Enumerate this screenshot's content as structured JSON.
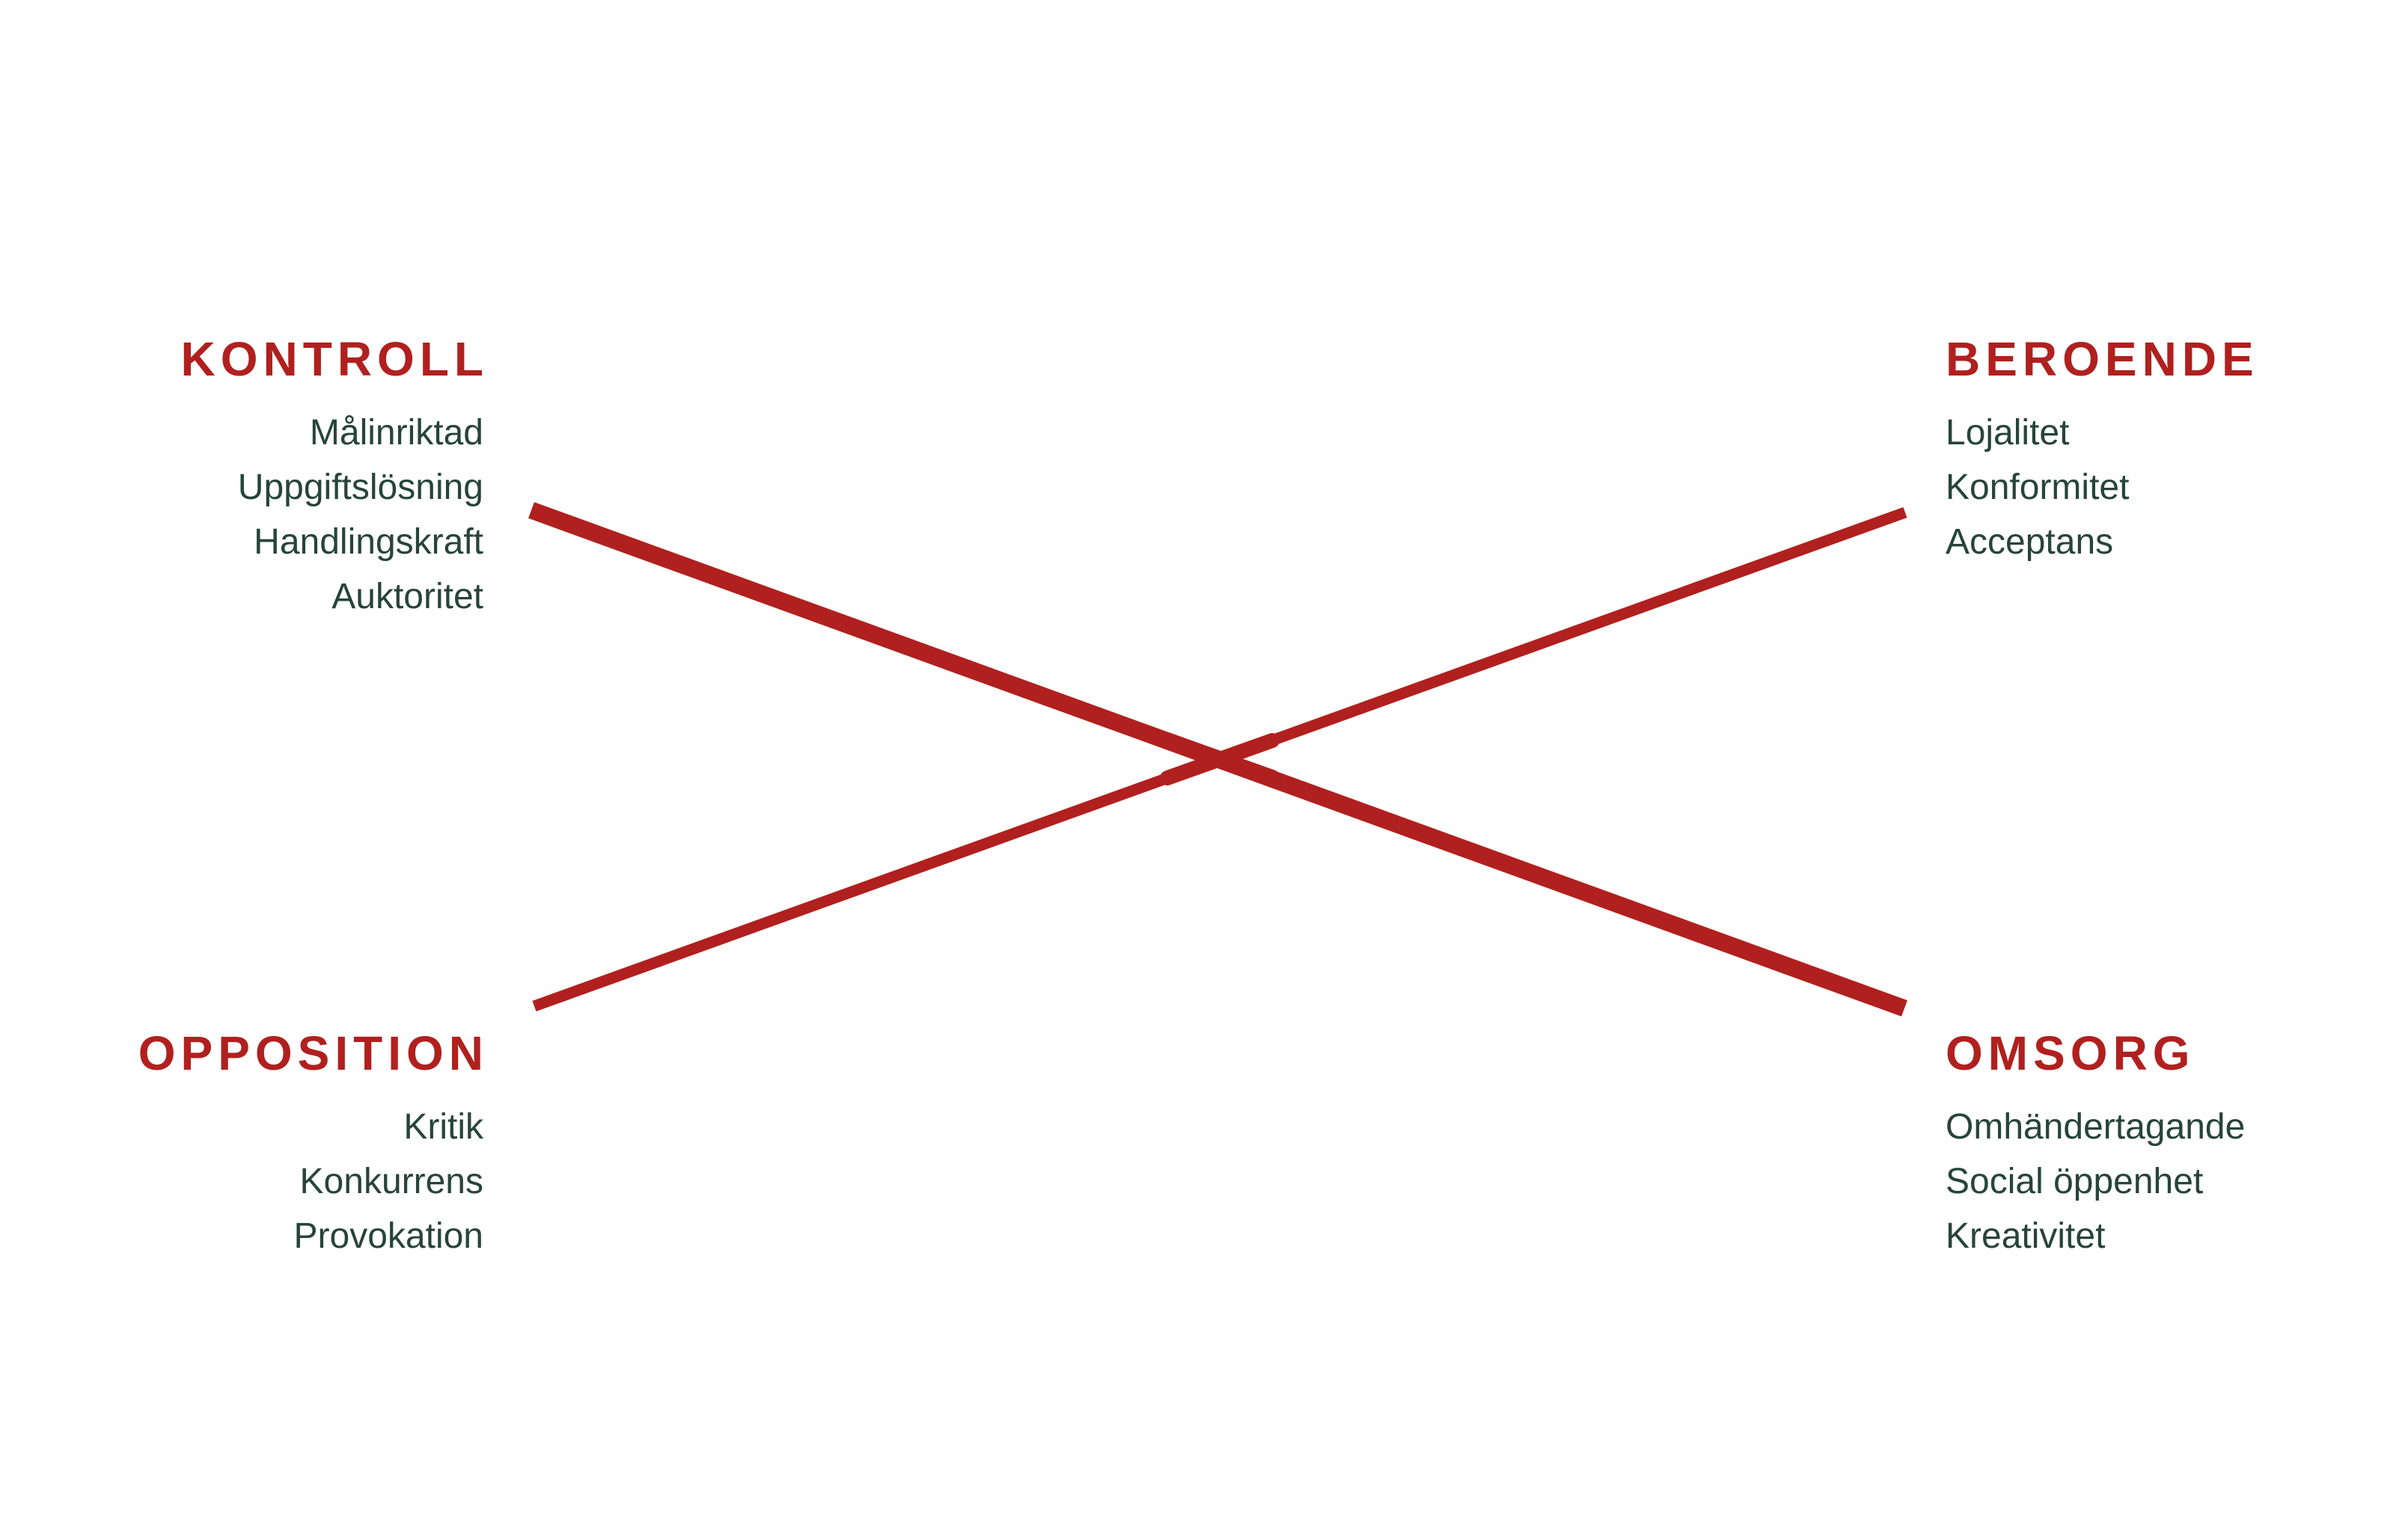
{
  "colors": {
    "accent": "#b0201e",
    "text": "#27443a",
    "background": "#ffffff"
  },
  "quadrants": {
    "top_left": {
      "title": "KONTROLL",
      "items": [
        "Målinriktad",
        "Uppgiftslösning",
        "Handlingskraft",
        "Auktoritet"
      ]
    },
    "top_right": {
      "title": "BEROENDE",
      "items": [
        "Lojalitet",
        "Konformitet",
        "Acceptans"
      ]
    },
    "bottom_left": {
      "title": "OPPOSITION",
      "items": [
        "Kritik",
        "Konkurrens",
        "Provokation"
      ]
    },
    "bottom_right": {
      "title": "OMSORG",
      "items": [
        "Omhändertagande",
        "Social öppenhet",
        "Kreativitet"
      ]
    }
  }
}
